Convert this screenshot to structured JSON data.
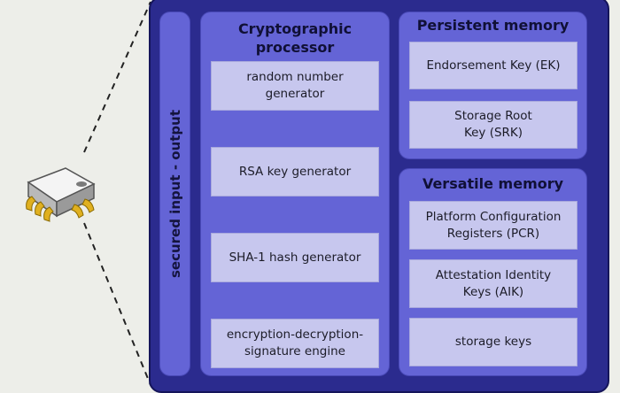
{
  "io_label": "secured input - output",
  "crypto": {
    "title": "Cryptographic\nprocessor",
    "items": [
      "random number\ngenerator",
      "RSA key generator",
      "SHA-1 hash generator",
      "encryption-decryption-\nsignature engine"
    ]
  },
  "persistent": {
    "title": "Persistent memory",
    "items": [
      "Endorsement Key (EK)",
      "Storage Root\nKey (SRK)"
    ]
  },
  "versatile": {
    "title": "Versatile memory",
    "items": [
      "Platform Configuration\nRegisters (PCR)",
      "Attestation Identity\nKeys (AIK)",
      "storage keys"
    ]
  },
  "colors": {
    "background": "#edeee9",
    "tpm_body": "#2b2b8e",
    "panel": "#6464d6",
    "box": "#c7c7ee"
  },
  "icons": [
    "microchip-icon"
  ]
}
